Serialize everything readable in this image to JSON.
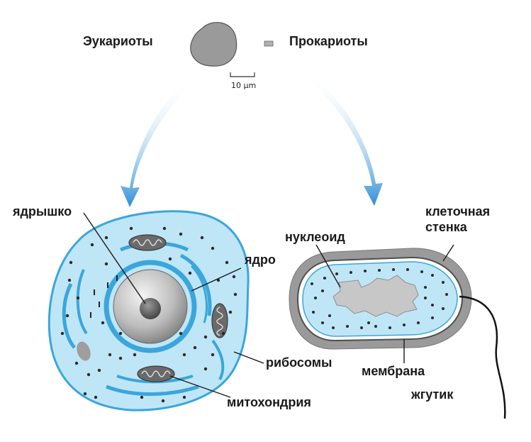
{
  "header": {
    "eukaryotes": "Эукариоты",
    "prokaryotes": "Прокариоты",
    "scale_bar": "10 µm"
  },
  "eukaryote_labels": {
    "nucleolus": "ядрышко",
    "nucleus": "ядро",
    "ribosomes": "рибосомы",
    "mitochondria": "митохондрия"
  },
  "prokaryote_labels": {
    "nucleoid": "нуклеоид",
    "cell_wall": "клеточная стенка",
    "membrane": "мембрана",
    "flagellum": "жгутик"
  },
  "colors": {
    "cytoplasm": "#bfe6f7",
    "membrane_blue": "#3aa6dc",
    "organelle_dark": "#5a5a5a",
    "cell_wall_gray": "#9a9a9a",
    "nucleoid_gray": "#c7c7c7",
    "arrow_blue": "#2e8fd6"
  }
}
